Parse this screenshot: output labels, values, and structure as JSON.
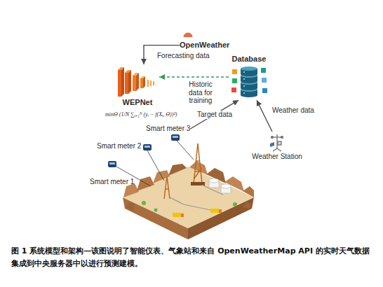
{
  "diagram": {
    "caption": "图 1 系统模型和架构—该图说明了智能仪表、气象站和来自 OpenWeatherMap API 的实时天气数据集成到中央服务器中以进行预测建模。",
    "nodes": [
      {
        "text": [
          "OpenWeather"
        ]
      },
      {
        "text": [
          "WEPNet"
        ]
      },
      {
        "text": [
          "Database"
        ]
      },
      {
        "text": [
          "Weather Station"
        ]
      },
      {
        "text": [
          "Smart meter 3"
        ]
      },
      {
        "text": [
          "Smart meter 2"
        ]
      },
      {
        "text": [
          "Smart meter 1"
        ]
      }
    ],
    "edges": [
      {
        "from": 0,
        "to": 1,
        "label": "Forecasting data",
        "arrow": "to"
      },
      {
        "from": 2,
        "to": 1,
        "label": "Historic data for training",
        "arrow": "to"
      },
      {
        "from": 4,
        "to": 2,
        "label": "Target data",
        "arrow": "to"
      },
      {
        "from": 3,
        "to": 2,
        "label": "Weather data",
        "arrow": "to"
      }
    ],
    "labels": [
      "minΘ (1/N ∑ᵢ₌₁ᴺ (yᵢ − f(Xᵢ, Θ))²)"
    ]
  }
}
